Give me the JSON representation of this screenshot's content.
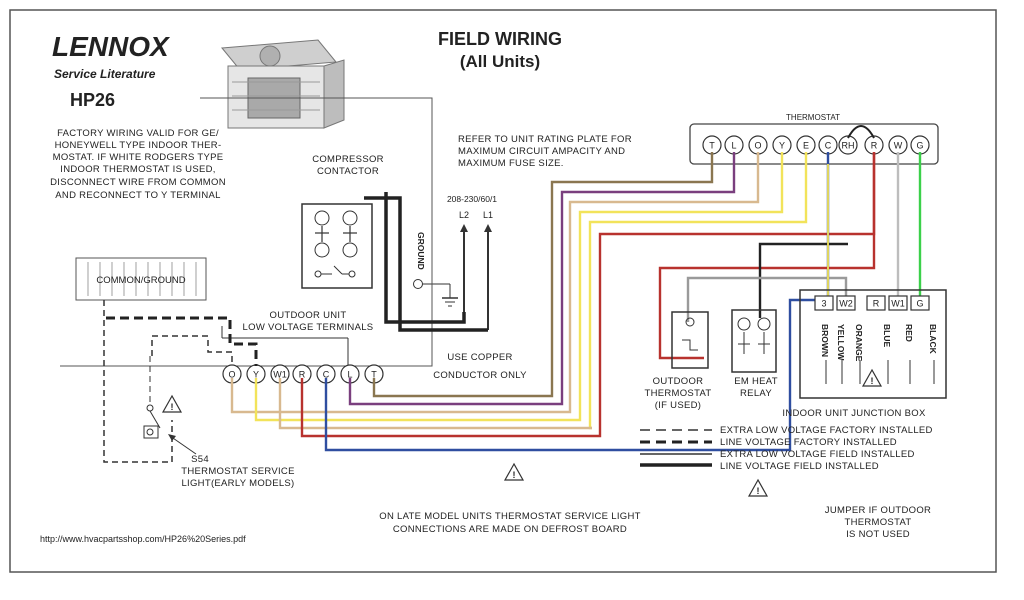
{
  "brand": {
    "logo": "LENNOX",
    "subtitle": "Service Literature",
    "model": "HP26"
  },
  "header": {
    "title": "FIELD WIRING",
    "subtitle": "(All Units)"
  },
  "notes": {
    "factory": [
      "FACTORY WIRING VALID FOR GE/",
      "HONEYWELL TYPE INDOOR THER-",
      "MOSTAT. IF WHITE RODGERS TYPE",
      "INDOOR THERMOSTAT IS USED,",
      "DISCONNECT WIRE FROM COMMON",
      "AND RECONNECT TO  Y TERMINAL"
    ],
    "rating": [
      "REFER TO UNIT RATING PLATE FOR",
      "MAXIMUM CIRCUIT AMPACITY AND",
      "MAXIMUM FUSE SIZE."
    ],
    "copper": [
      "USE COPPER",
      "CONDUCTOR ONLY"
    ],
    "late_model": [
      "ON LATE MODEL UNITS THERMOSTAT SERVICE LIGHT",
      "CONNECTIONS ARE MADE ON DEFROST BOARD"
    ],
    "jumper": [
      "JUMPER IF OUTDOOR",
      "THERMOSTAT",
      "IS NOT USED"
    ],
    "source_url": "http://www.hvacpartsshop.com/HP26%20Series.pdf"
  },
  "labels": {
    "compressor_contactor": [
      "COMPRESSOR",
      "CONTACTOR"
    ],
    "ground": "GROUND",
    "power": "208-230/60/1",
    "l2": "L2",
    "l1": "L1",
    "common_ground": "COMMON/GROUND",
    "outdoor_terminals": [
      "OUTDOOR UNIT",
      "LOW VOLTAGE TERMINALS"
    ],
    "s54": [
      "S54",
      "THERMOSTAT SERVICE",
      "LIGHT(EARLY MODELS)"
    ],
    "outdoor_thermostat": [
      "OUTDOOR",
      "THERMOSTAT",
      "(IF USED)"
    ],
    "em_heat_relay": [
      "EM HEAT",
      "RELAY"
    ],
    "indoor_junction_box": "INDOOR UNIT JUNCTION BOX",
    "thermostat": "THERMOSTAT"
  },
  "thermostat_terminals": [
    "T",
    "L",
    "O",
    "Y",
    "E",
    "C",
    "RH",
    "R",
    "W",
    "G"
  ],
  "outdoor_terminals": [
    "O",
    "Y",
    "W1",
    "R",
    "C",
    "L",
    "T"
  ],
  "junction_terminals": [
    "3",
    "W2",
    "R",
    "W1",
    "G"
  ],
  "junction_wire_colors": [
    "BROWN",
    "YELLOW",
    "ORANGE",
    "BLUE",
    "RED",
    "BLACK"
  ],
  "legend": [
    "EXTRA LOW VOLTAGE FACTORY INSTALLED",
    "LINE VOLTAGE FACTORY INSTALLED",
    "EXTRA LOW VOLTAGE FIELD INSTALLED",
    "LINE VOLTAGE FIELD INSTALLED"
  ],
  "warning_symbol": "!",
  "colors": {
    "brown": "#8a7650",
    "purple": "#7a3f7e",
    "tan": "#d8b98f",
    "yellow": "#f2e35a",
    "red": "#b8322e",
    "blue": "#2f4ea0",
    "green": "#3bd04a",
    "black": "#222222",
    "grey": "#9a9a9a"
  }
}
